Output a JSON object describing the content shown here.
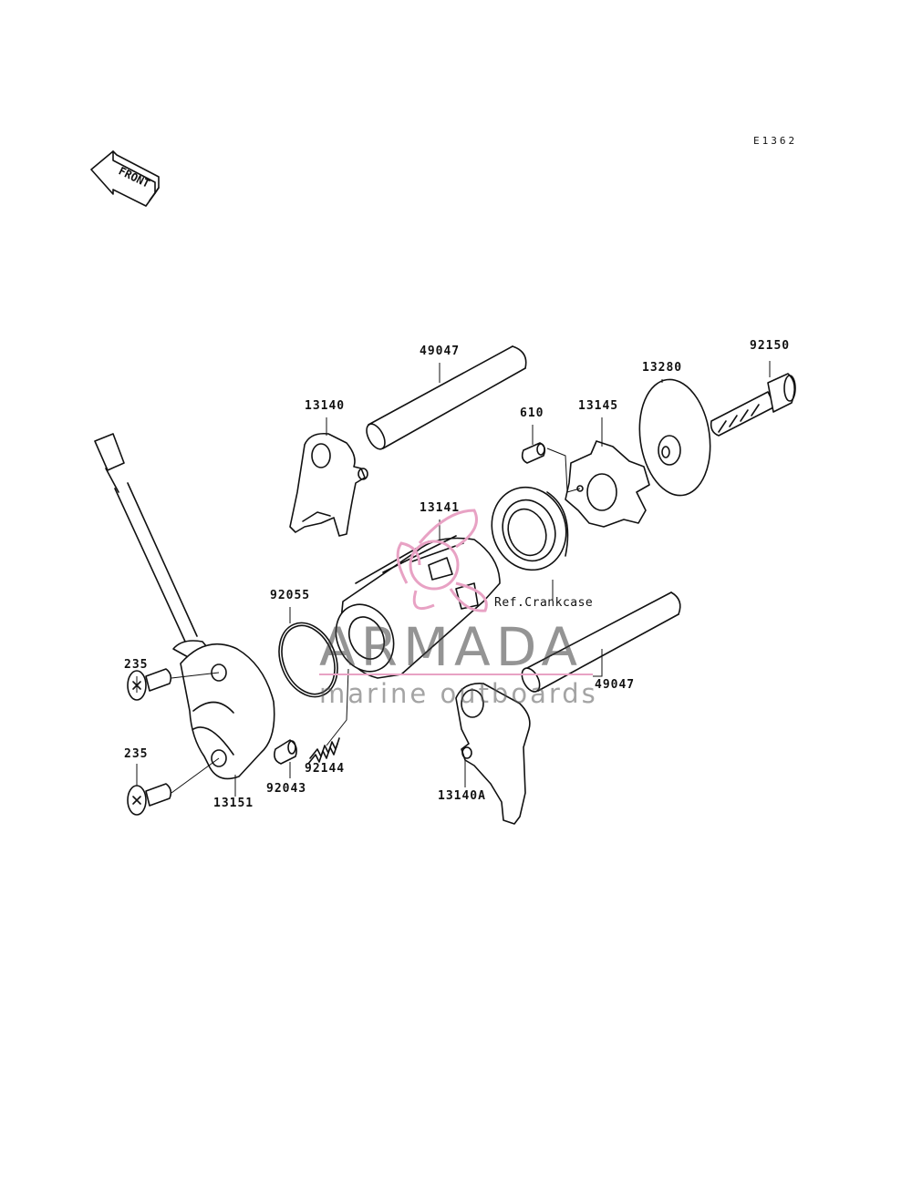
{
  "diagram_code": "E1362",
  "front_label": "FRONT",
  "reference_label": "Ref.Crankcase",
  "watermark": {
    "brand": "ARMADA",
    "tagline": "marine outboards",
    "logo_color": "#e8a2c4"
  },
  "part_labels": {
    "p49047_top": "49047",
    "p13140": "13140",
    "p610": "610",
    "p13145": "13145",
    "p13280": "13280",
    "p92150": "92150",
    "p13141": "13141",
    "p92055": "92055",
    "p235_top": "235",
    "p235_bottom": "235",
    "p49047_bottom": "49047",
    "p92144": "92144",
    "p92043": "92043",
    "p13151": "13151",
    "p13140A": "13140A"
  }
}
